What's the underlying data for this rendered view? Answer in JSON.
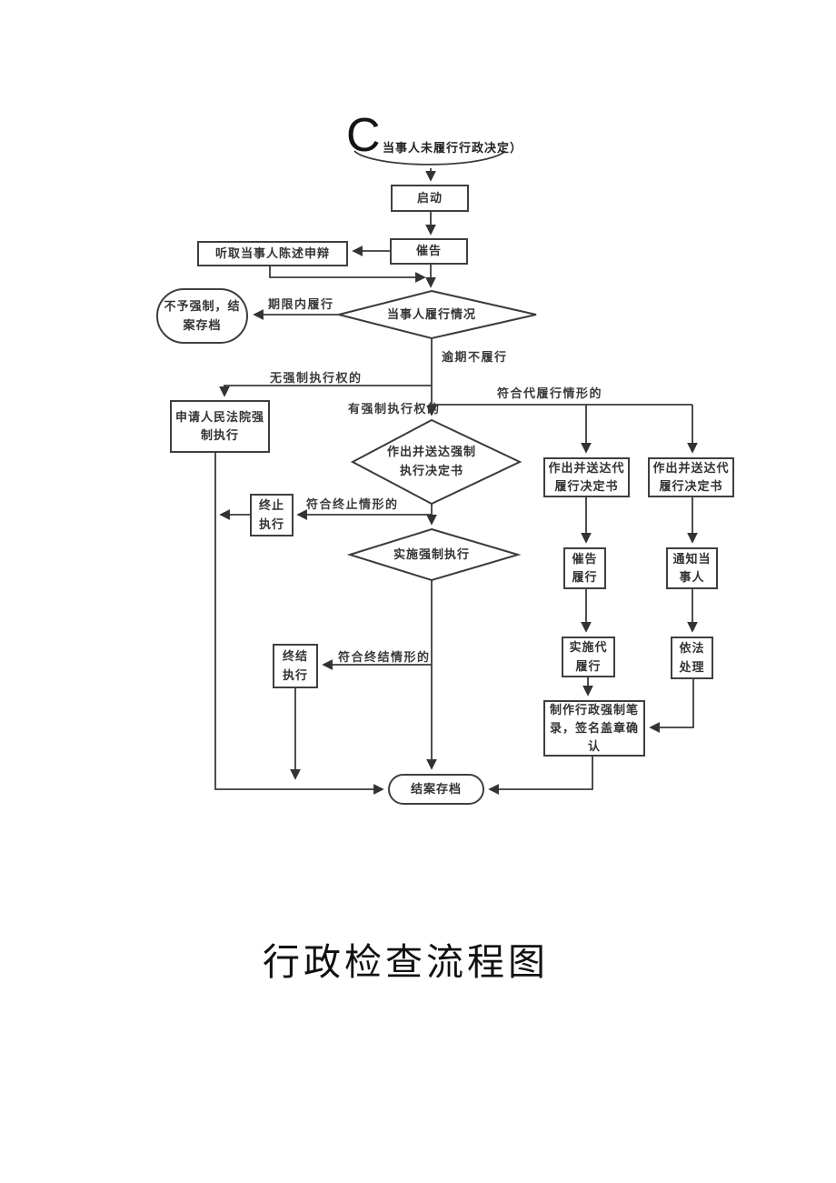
{
  "page": {
    "caption": "行政检查流程图"
  },
  "flowchart": {
    "start": {
      "paren_glyph": "C",
      "label": "当事人未履行行政决定）"
    },
    "nodes": {
      "qidong": "启动",
      "cuigao": "催告",
      "tingqu": "听取当事人陈述申辩",
      "buyu": "不予强制，结\n案存档",
      "d1": "当事人履行情况",
      "shenqing": "申请人民法院强\n制执行",
      "d2": "作出并送达强制\n执行决定书",
      "zhongzhi": "终止\n执行",
      "d3": "实施强制执行",
      "zhongjie": "终结\n执行",
      "dai_a": "作出并送达代\n履行决定书",
      "dai_b": "作出并送达代\n履行决定书",
      "cuigao_lvxing": "催告\n履行",
      "tongzhi": "通知当\n事人",
      "shishi_dai": "实施代\n履行",
      "yifa": "依法\n处理",
      "zhizuo": "制作行政强制笔\n录，签名盖章确\n认",
      "jiean": "结案存档"
    },
    "edge_labels": {
      "qixian": "期限内履行",
      "yuqi": "逾期不履行",
      "wu_qiangzhi": "无强制执行权的",
      "you_qiangzhi": "有强制执行权的",
      "daifuxing": "符合代履行情形的",
      "zhongzhi_cond": "符合终止情形的",
      "zhongjie_cond": "符合终结情形的"
    },
    "colors": {
      "line": "#3b3b3b",
      "text": "#333333",
      "background": "#ffffff"
    }
  }
}
